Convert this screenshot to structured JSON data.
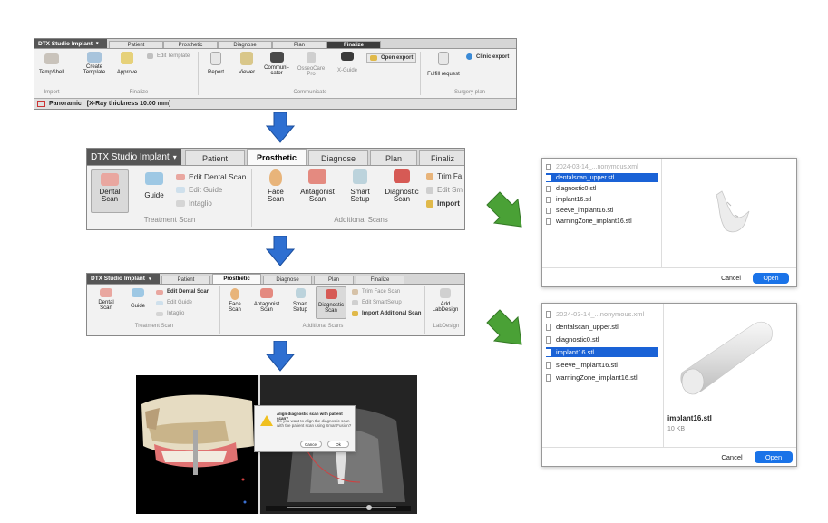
{
  "colors": {
    "arrow_blue": "#2e6fd1",
    "arrow_green": "#4aa136",
    "selection_blue": "#1a62d6",
    "open_button": "#1a73e8",
    "app_tab": "#565656"
  },
  "ribbon1": {
    "app_tab": "DTX Studio Implant",
    "tabs": [
      "Patient",
      "Prosthetic",
      "Diagnose",
      "Plan",
      "Finalize"
    ],
    "active_tab": "Finalize",
    "buttons": {
      "tempshell": "TempShell",
      "create_template": "Create\nTemplate",
      "approve": "Approve",
      "edit_template": "Edit Template",
      "report": "Report",
      "viewer": "Viewer",
      "communicator": "Communi-\ncator",
      "osseocare": "OsseoCare\nPro",
      "xguide": "X-Guide",
      "open_export": "Open export",
      "clinic_export": "Clinic export",
      "fulfill_request": "Fulfill request"
    },
    "groups": {
      "import": "Import",
      "finalize": "Finalize",
      "communicate": "Communicate",
      "surgery_plan": "Surgery plan"
    },
    "status": {
      "mode": "Panoramic",
      "thickness": "[X-Ray thickness 10.00 mm]"
    }
  },
  "ribbon2": {
    "app_tab": "DTX Studio Implant",
    "tabs": [
      "Patient",
      "Prosthetic",
      "Diagnose",
      "Plan",
      "Finaliz"
    ],
    "active_tab": "Prosthetic",
    "buttons": {
      "dental_scan": "Dental\nScan",
      "guide": "Guide",
      "edit_dental_scan": "Edit Dental Scan",
      "edit_guide": "Edit Guide",
      "intaglio": "Intaglio",
      "face_scan": "Face\nScan",
      "antagonist_scan": "Antagonist\nScan",
      "smart_setup": "Smart\nSetup",
      "diagnostic_scan": "Diagnostic\nScan",
      "trim_face": "Trim Fa",
      "edit_smart": "Edit Sm",
      "import": "Import"
    },
    "groups": {
      "treatment_scan": "Treatment Scan",
      "additional_scans": "Additional Scans"
    }
  },
  "ribbon3": {
    "app_tab": "DTX Studio Implant",
    "tabs": [
      "Patient",
      "Prosthetic",
      "Diagnose",
      "Plan",
      "Finalize"
    ],
    "active_tab": "Prosthetic",
    "buttons": {
      "dental_scan": "Dental\nScan",
      "guide": "Guide",
      "edit_dental_scan": "Edit Dental Scan",
      "edit_guide": "Edit Guide",
      "intaglio": "Intaglio",
      "face_scan": "Face\nScan",
      "antagonist_scan": "Antagonist\nScan",
      "smart_setup": "Smart\nSetup",
      "diagnostic_scan": "Diagnostic\nScan",
      "trim_face_scan": "Trim Face Scan",
      "edit_smartsetup": "Edit SmartSetup",
      "import_additional_scan": "Import Additional Scan",
      "add_labdesign": "Add\nLabDesign"
    },
    "groups": {
      "treatment_scan": "Treatment Scan",
      "additional_scans": "Additional Scans",
      "labdesign": "LabDesign"
    }
  },
  "viewer": {
    "dialog_title": "Align diagnostic scan with patient scan?",
    "dialog_body": "Do you want to align the diagnostic scan with the patient scan using SmartFusion?",
    "cancel": "Cancel",
    "ok": "Ok"
  },
  "file_dialog1": {
    "files": [
      "2024-03-14_...nonymous.xml",
      "dentalscan_upper.stl",
      "diagnostic0.stl",
      "implant16.stl",
      "sleeve_implant16.stl",
      "warningZone_implant16.stl"
    ],
    "selected": "dentalscan_upper.stl",
    "cancel": "Cancel",
    "open": "Open"
  },
  "file_dialog2": {
    "files": [
      "2024-03-14_...nonymous.xml",
      "dentalscan_upper.stl",
      "diagnostic0.stl",
      "implant16.stl",
      "sleeve_implant16.stl",
      "warningZone_implant16.stl"
    ],
    "selected": "implant16.stl",
    "preview_name": "implant16.stl",
    "preview_size": "10 KB",
    "cancel": "Cancel",
    "open": "Open"
  }
}
